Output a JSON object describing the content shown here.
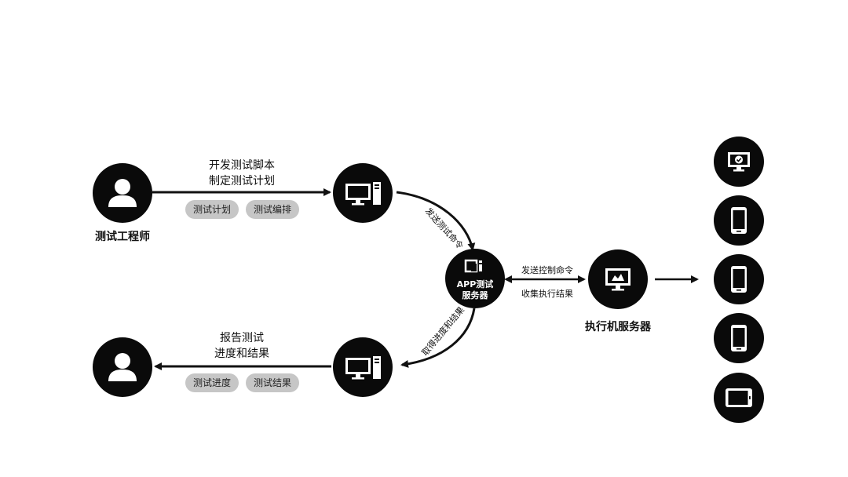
{
  "roles": {
    "engineer": {
      "label": "测试工程师"
    },
    "report_user": {
      "label": ""
    }
  },
  "top_flow": {
    "line1": "开发测试脚本",
    "line2": "制定测试计划",
    "pills": [
      "测试计划",
      "测试编排"
    ]
  },
  "bottom_flow": {
    "line1": "报告测试",
    "line2": "进度和结果",
    "pills": [
      "测试进度",
      "测试结果"
    ]
  },
  "arcs": {
    "top": "发送测试命令",
    "bottom": "取得进度和结果"
  },
  "app_server": {
    "line1": "APP测试",
    "line2": "服务器"
  },
  "exec_link": {
    "top": "发送控制命令",
    "bottom": "收集执行结果"
  },
  "exec_server": {
    "label": "执行机服务器"
  },
  "devices": [
    {
      "icon": "monitor-check-icon"
    },
    {
      "icon": "phone-icon"
    },
    {
      "icon": "phone-icon"
    },
    {
      "icon": "phone-icon"
    },
    {
      "icon": "tablet-icon"
    }
  ],
  "colors": {
    "node": "#0a0a0a",
    "pill": "#c6c6c6",
    "line": "#111111"
  }
}
